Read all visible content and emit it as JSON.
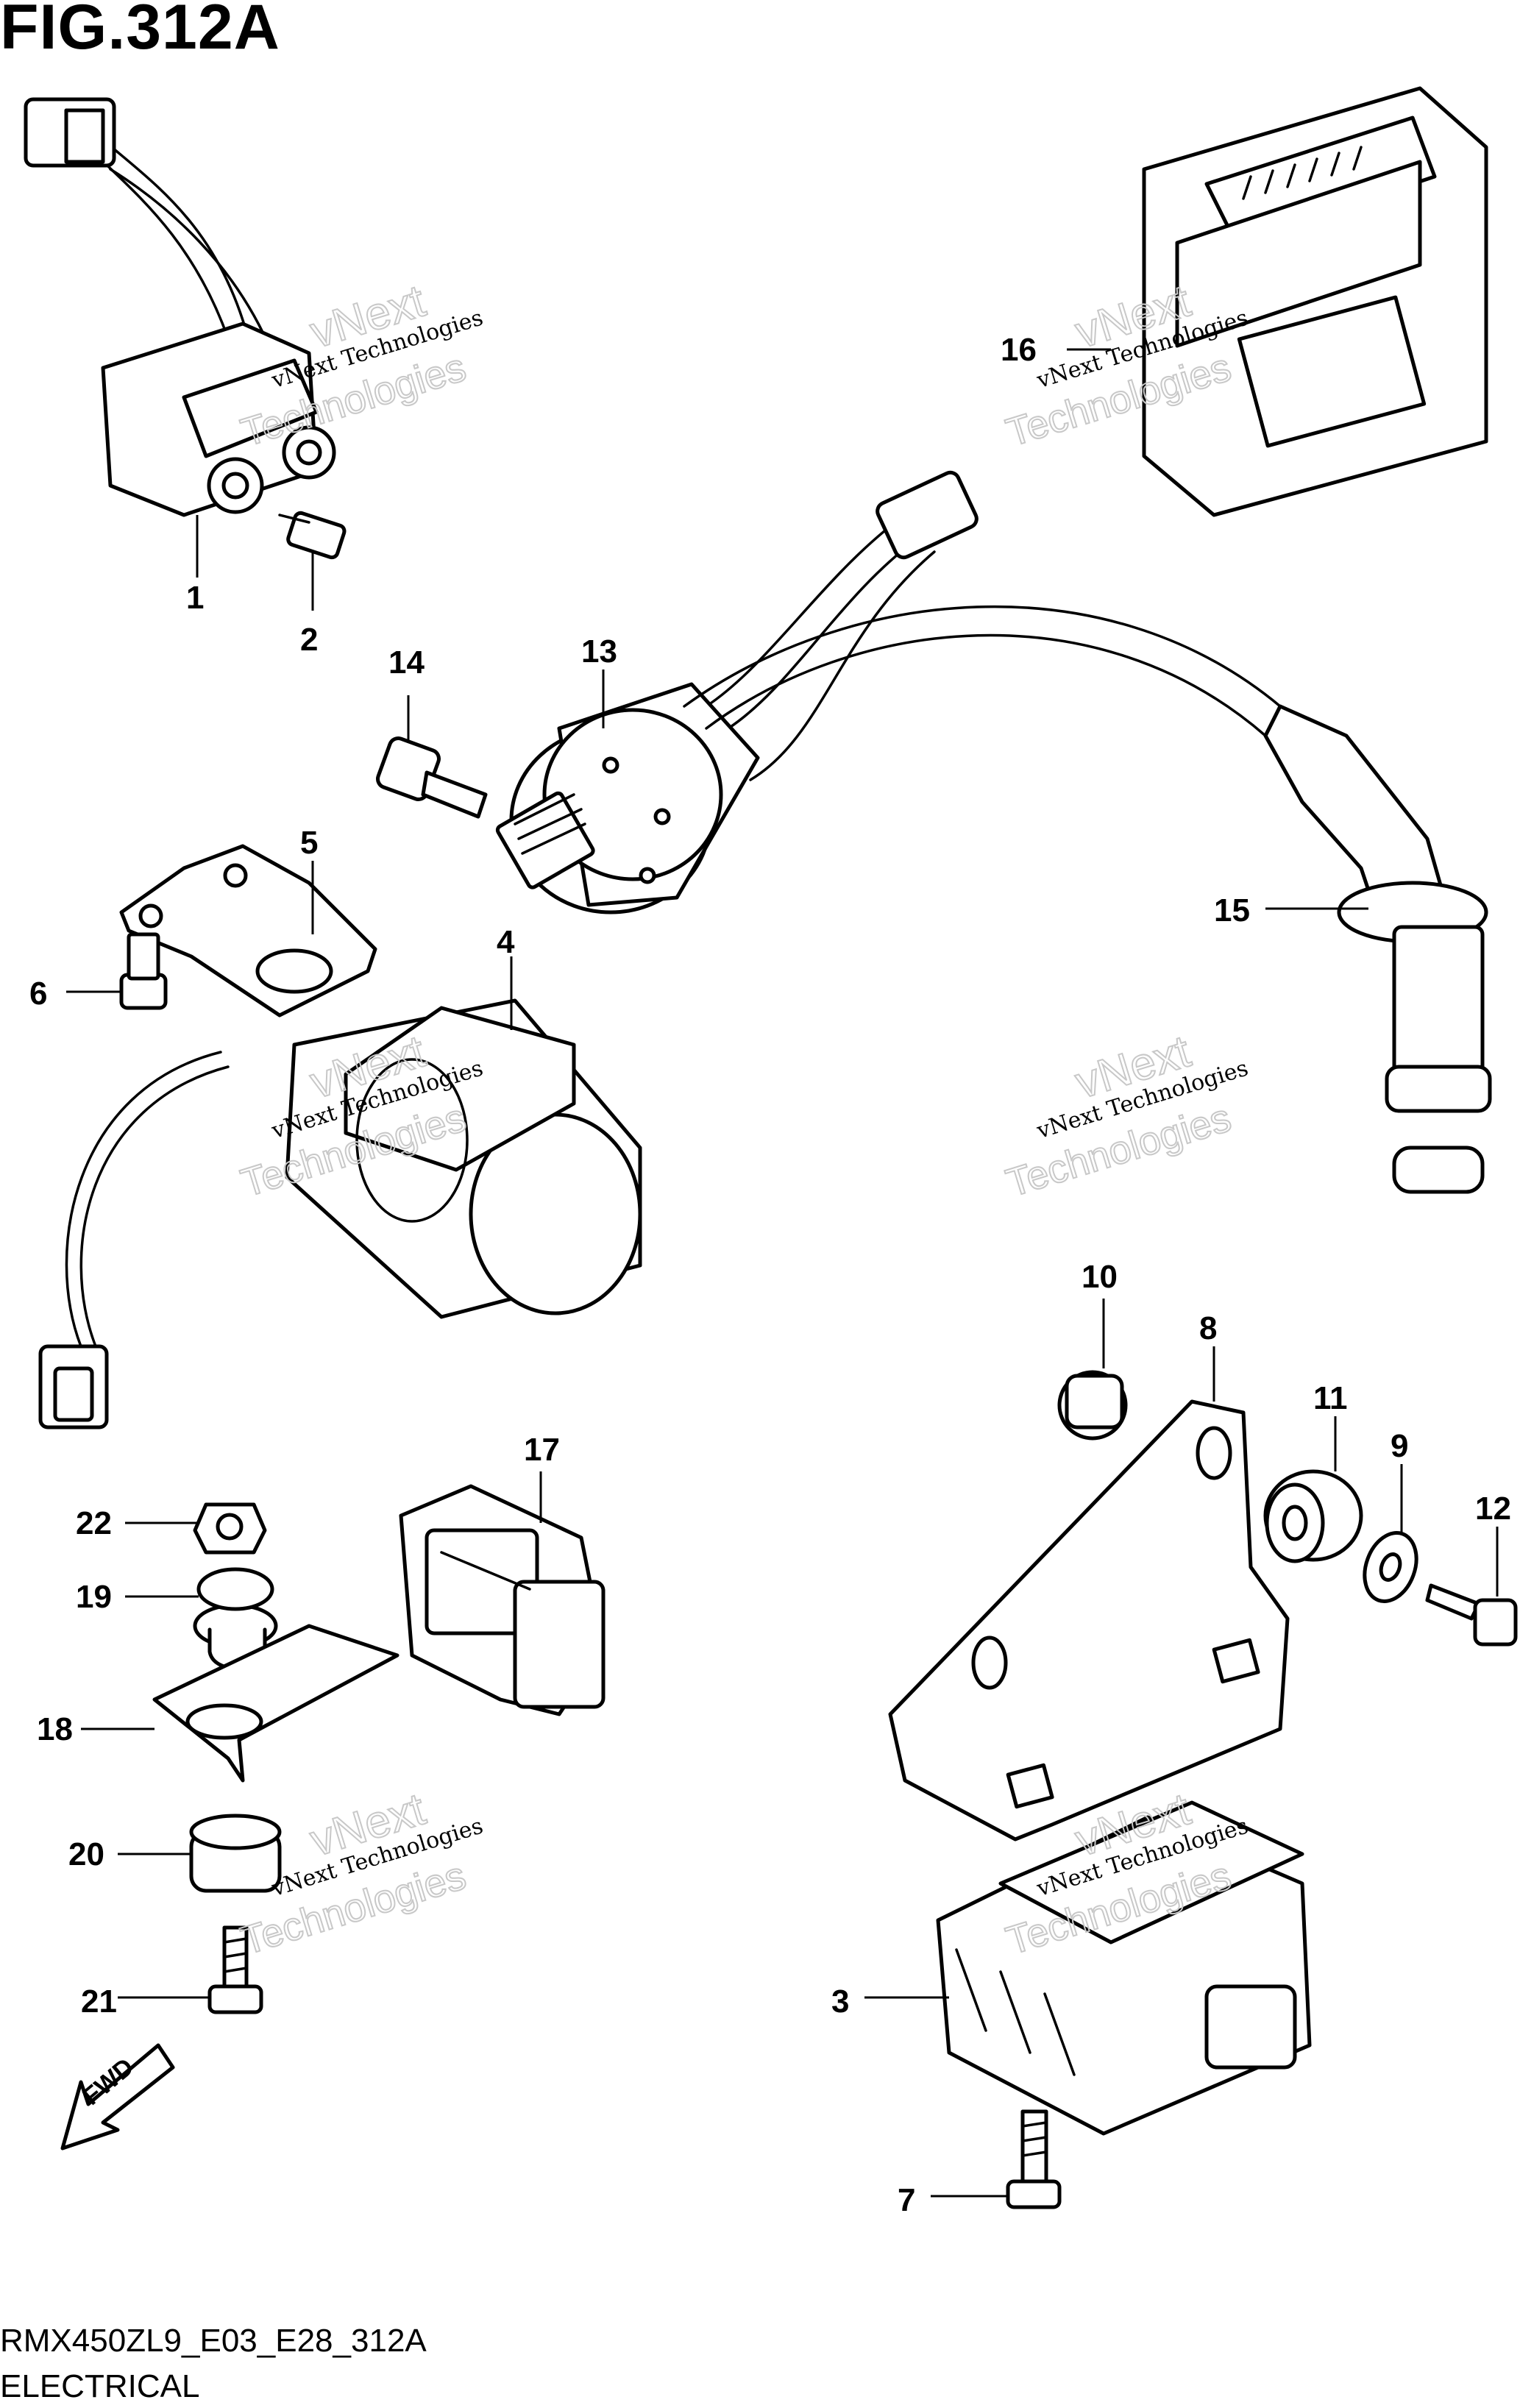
{
  "figure": {
    "title": "FIG.312A",
    "model_code": "RMX450ZL9_E03_E28_312A",
    "section": "ELECTRICAL",
    "fwd_label": "FWD"
  },
  "watermark": {
    "line1": "vNext Technologies",
    "line2": "vNext",
    "line3": "Technologies"
  },
  "callouts": [
    "1",
    "2",
    "3",
    "4",
    "5",
    "6",
    "7",
    "8",
    "9",
    "10",
    "11",
    "12",
    "13",
    "14",
    "15",
    "16",
    "17",
    "18",
    "19",
    "20",
    "21",
    "22"
  ]
}
